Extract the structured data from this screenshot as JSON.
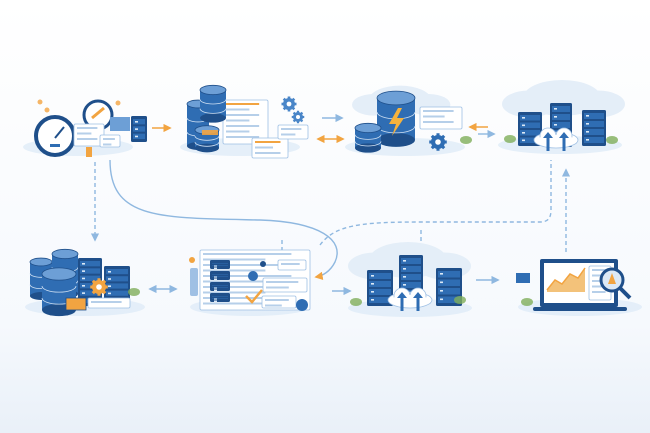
{
  "colors": {
    "background": "#f7fafd",
    "primary_blue": "#2f6db3",
    "dark_blue": "#1f4f8a",
    "light_blue": "#cfe0f3",
    "accent_orange": "#f2a441",
    "connector_blue": "#8fb8e0",
    "foliage_green": "#7fae5a"
  },
  "nodes": [
    {
      "icon": "gauge-magnifier-dashboard-icon",
      "row": "top"
    },
    {
      "icon": "database-stack-documents-gears-icon",
      "row": "top"
    },
    {
      "icon": "database-lightning-gear-icon",
      "row": "top"
    },
    {
      "icon": "server-rack-cloud-upload-icon",
      "row": "top"
    },
    {
      "icon": "database-cluster-gear-folder-icon",
      "row": "bottom"
    },
    {
      "icon": "server-panels-config-checklist-icon",
      "row": "bottom"
    },
    {
      "icon": "server-rack-cloud-upload-icon",
      "row": "bottom"
    },
    {
      "icon": "laptop-analytics-chart-magnifier-icon",
      "row": "bottom"
    }
  ]
}
